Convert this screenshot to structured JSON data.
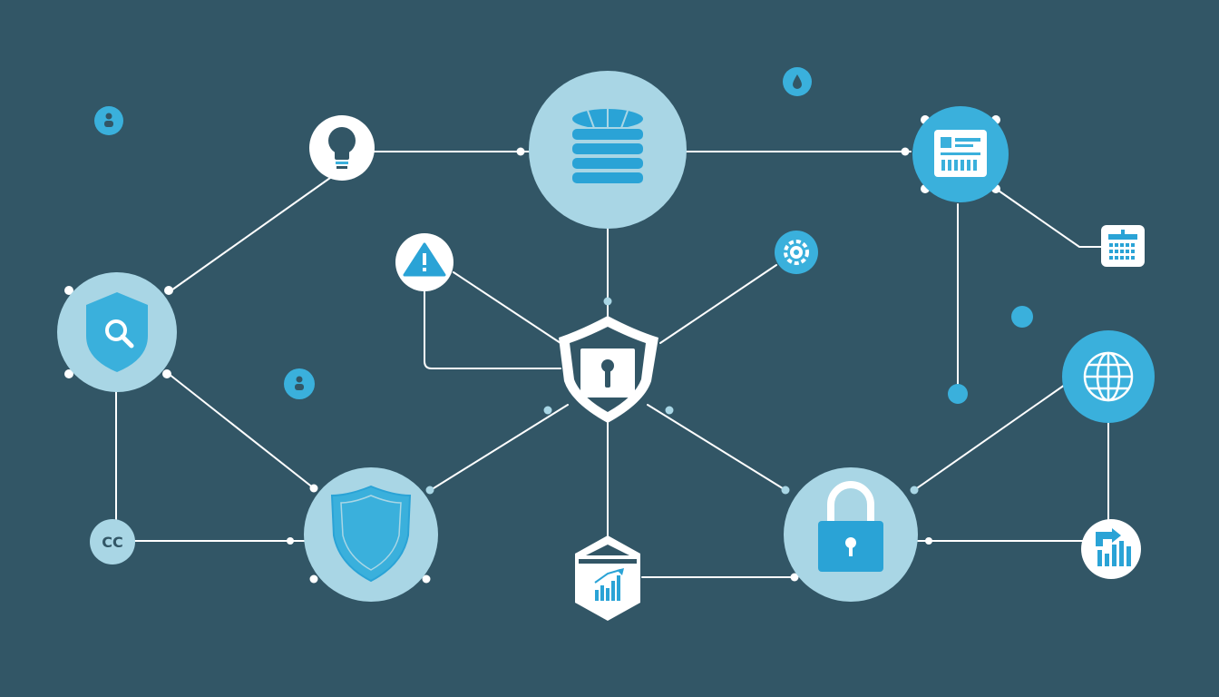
{
  "colors": {
    "background": "#325666",
    "line": "#ffffff",
    "node_light": "#a9d6e5",
    "node_accent": "#3ab0dc",
    "node_white": "#ffffff",
    "icon_blue": "#2aa3d6"
  },
  "nodes": [
    {
      "id": "database",
      "icon": "database-icon"
    },
    {
      "id": "lightbulb",
      "icon": "lightbulb-icon"
    },
    {
      "id": "dashboard",
      "icon": "dashboard-icon"
    },
    {
      "id": "calendar",
      "icon": "calendar-icon"
    },
    {
      "id": "shield-search",
      "icon": "shield-search-icon"
    },
    {
      "id": "warning",
      "icon": "warning-icon"
    },
    {
      "id": "central-shield",
      "icon": "shield-keyhole-icon"
    },
    {
      "id": "gear",
      "icon": "gear-icon"
    },
    {
      "id": "globe",
      "icon": "globe-icon"
    },
    {
      "id": "shield",
      "icon": "shield-icon"
    },
    {
      "id": "padlock",
      "icon": "padlock-icon"
    },
    {
      "id": "analytics",
      "icon": "analytics-hexagon-icon"
    },
    {
      "id": "bar-chart",
      "icon": "bar-chart-icon"
    },
    {
      "id": "cc",
      "icon": "cc-icon"
    },
    {
      "id": "user-dot-1",
      "icon": "user-icon"
    },
    {
      "id": "user-dot-2",
      "icon": "user-icon"
    },
    {
      "id": "drop-dot",
      "icon": "drop-icon"
    }
  ],
  "labels": {
    "cc": "CC"
  }
}
